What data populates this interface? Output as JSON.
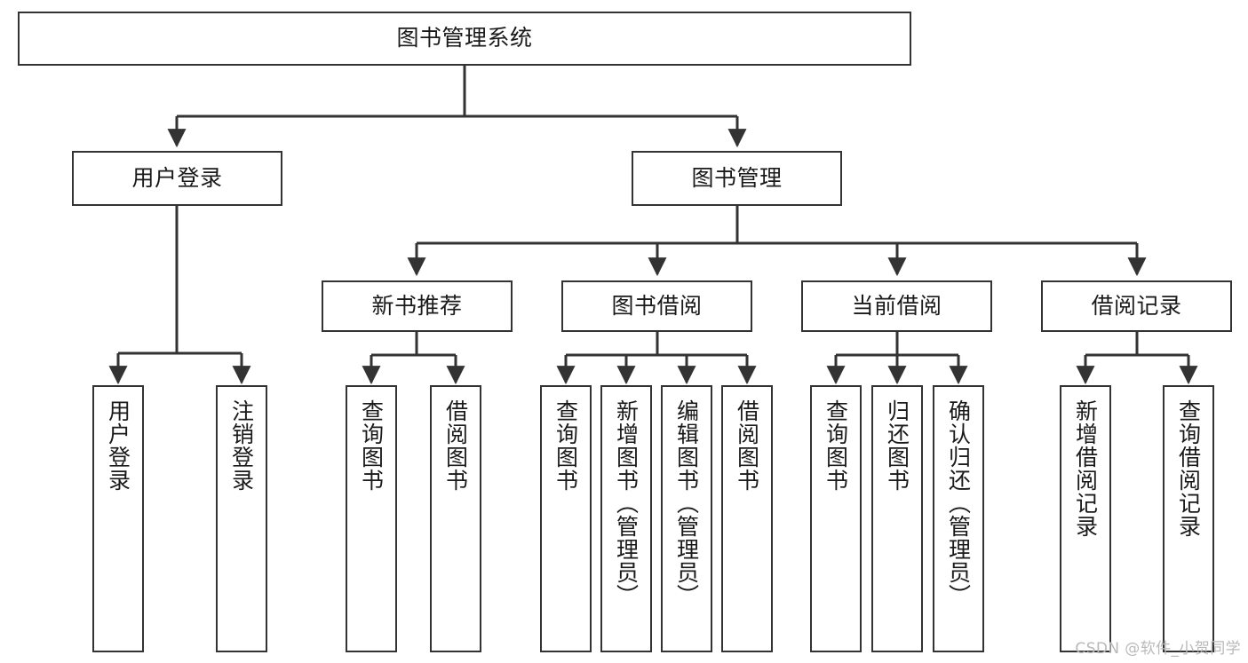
{
  "diagram": {
    "title": "图书管理系统",
    "type": "tree-hierarchy-chart",
    "watermark": "CSDN @软件_小贺同学",
    "colors": {
      "node_border": "#333333",
      "node_fill": "#ffffff",
      "edge": "#333333",
      "text": "#1a1a1a",
      "watermark": "#b9b9b9",
      "background": "#ffffff"
    },
    "levels": {
      "level1": [
        {
          "id": "n-root",
          "label": "图书管理系统"
        }
      ],
      "level2": [
        {
          "id": "n-user-login",
          "label": "用户登录"
        },
        {
          "id": "n-book-mgmt",
          "label": "图书管理"
        }
      ],
      "level3": [
        {
          "id": "n-new-book-rec",
          "label": "新书推荐"
        },
        {
          "id": "n-book-borrow",
          "label": "图书借阅"
        },
        {
          "id": "n-current-borrow",
          "label": "当前借阅"
        },
        {
          "id": "n-borrow-record",
          "label": "借阅记录"
        }
      ],
      "level4": [
        {
          "id": "n-leaf-1",
          "label": "用户登录",
          "parent": "n-user-login"
        },
        {
          "id": "n-leaf-2",
          "label": "注销登录",
          "parent": "n-user-login"
        },
        {
          "id": "n-leaf-3",
          "label": "查询图书",
          "parent": "n-new-book-rec"
        },
        {
          "id": "n-leaf-4",
          "label": "借阅图书",
          "parent": "n-new-book-rec"
        },
        {
          "id": "n-leaf-5",
          "label": "查询图书",
          "parent": "n-book-borrow"
        },
        {
          "id": "n-leaf-6",
          "label": "新增图书（管理员）",
          "parent": "n-book-borrow"
        },
        {
          "id": "n-leaf-7",
          "label": "编辑图书（管理员）",
          "parent": "n-book-borrow"
        },
        {
          "id": "n-leaf-8",
          "label": "借阅图书",
          "parent": "n-book-borrow"
        },
        {
          "id": "n-leaf-9",
          "label": "查询图书",
          "parent": "n-current-borrow"
        },
        {
          "id": "n-leaf-10",
          "label": "归还图书",
          "parent": "n-current-borrow"
        },
        {
          "id": "n-leaf-11",
          "label": "确认归还（管理员）",
          "parent": "n-current-borrow"
        },
        {
          "id": "n-leaf-12",
          "label": "新增借阅记录",
          "parent": "n-borrow-record"
        },
        {
          "id": "n-leaf-13",
          "label": "查询借阅记录",
          "parent": "n-borrow-record"
        }
      ]
    }
  }
}
